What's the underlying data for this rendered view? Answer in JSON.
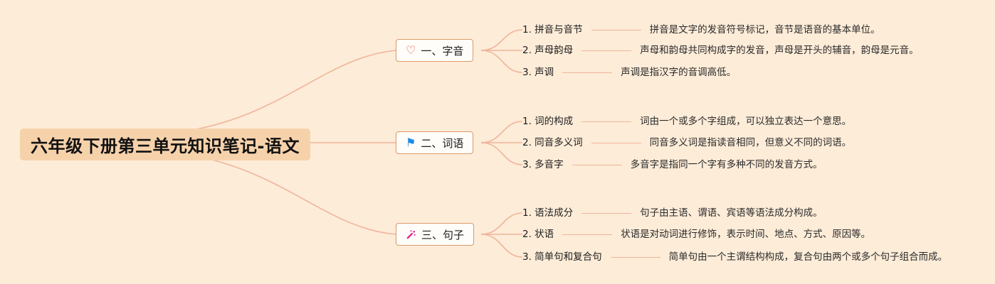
{
  "title": "六年级下册第三单元知识笔记-语文",
  "colors": {
    "background": "#fdecd8",
    "title_bg": "#f6d2ab",
    "node_border": "#dc9a68",
    "connector": "#f0b49b",
    "heart": "#e74c3c",
    "flag": "#1e88e5",
    "wand": "#e91e8c"
  },
  "icon_glyphs": {
    "heart": "♡",
    "flag": "⚑"
  },
  "branches": [
    {
      "label": "一、字音",
      "icon": "heart-icon",
      "items": [
        {
          "label": "1. 拼音与音节",
          "desc": "拼音是文字的发音符号标记，音节是语音的基本单位。"
        },
        {
          "label": "2. 声母韵母",
          "desc": "声母和韵母共同构成字的发音，声母是开头的辅音，韵母是元音。"
        },
        {
          "label": "3. 声调",
          "desc": "声调是指汉字的音调高低。"
        }
      ]
    },
    {
      "label": "二、词语",
      "icon": "flag-icon",
      "items": [
        {
          "label": "1. 词的构成",
          "desc": "词由一个或多个字组成，可以独立表达一个意思。"
        },
        {
          "label": "2. 同音多义词",
          "desc": "同音多义词是指读音相同，但意义不同的词语。"
        },
        {
          "label": "3. 多音字",
          "desc": "多音字是指同一个字有多种不同的发音方式。"
        }
      ]
    },
    {
      "label": "三、句子",
      "icon": "wand-icon",
      "items": [
        {
          "label": "1. 语法成分",
          "desc": "句子由主语、谓语、宾语等语法成分构成。"
        },
        {
          "label": "2. 状语",
          "desc": "状语是对动词进行修饰，表示时间、地点、方式、原因等。"
        },
        {
          "label": "3. 简单句和复合句",
          "desc": "简单句由一个主谓结构构成，复合句由两个或多个句子组合而成。"
        }
      ]
    }
  ]
}
